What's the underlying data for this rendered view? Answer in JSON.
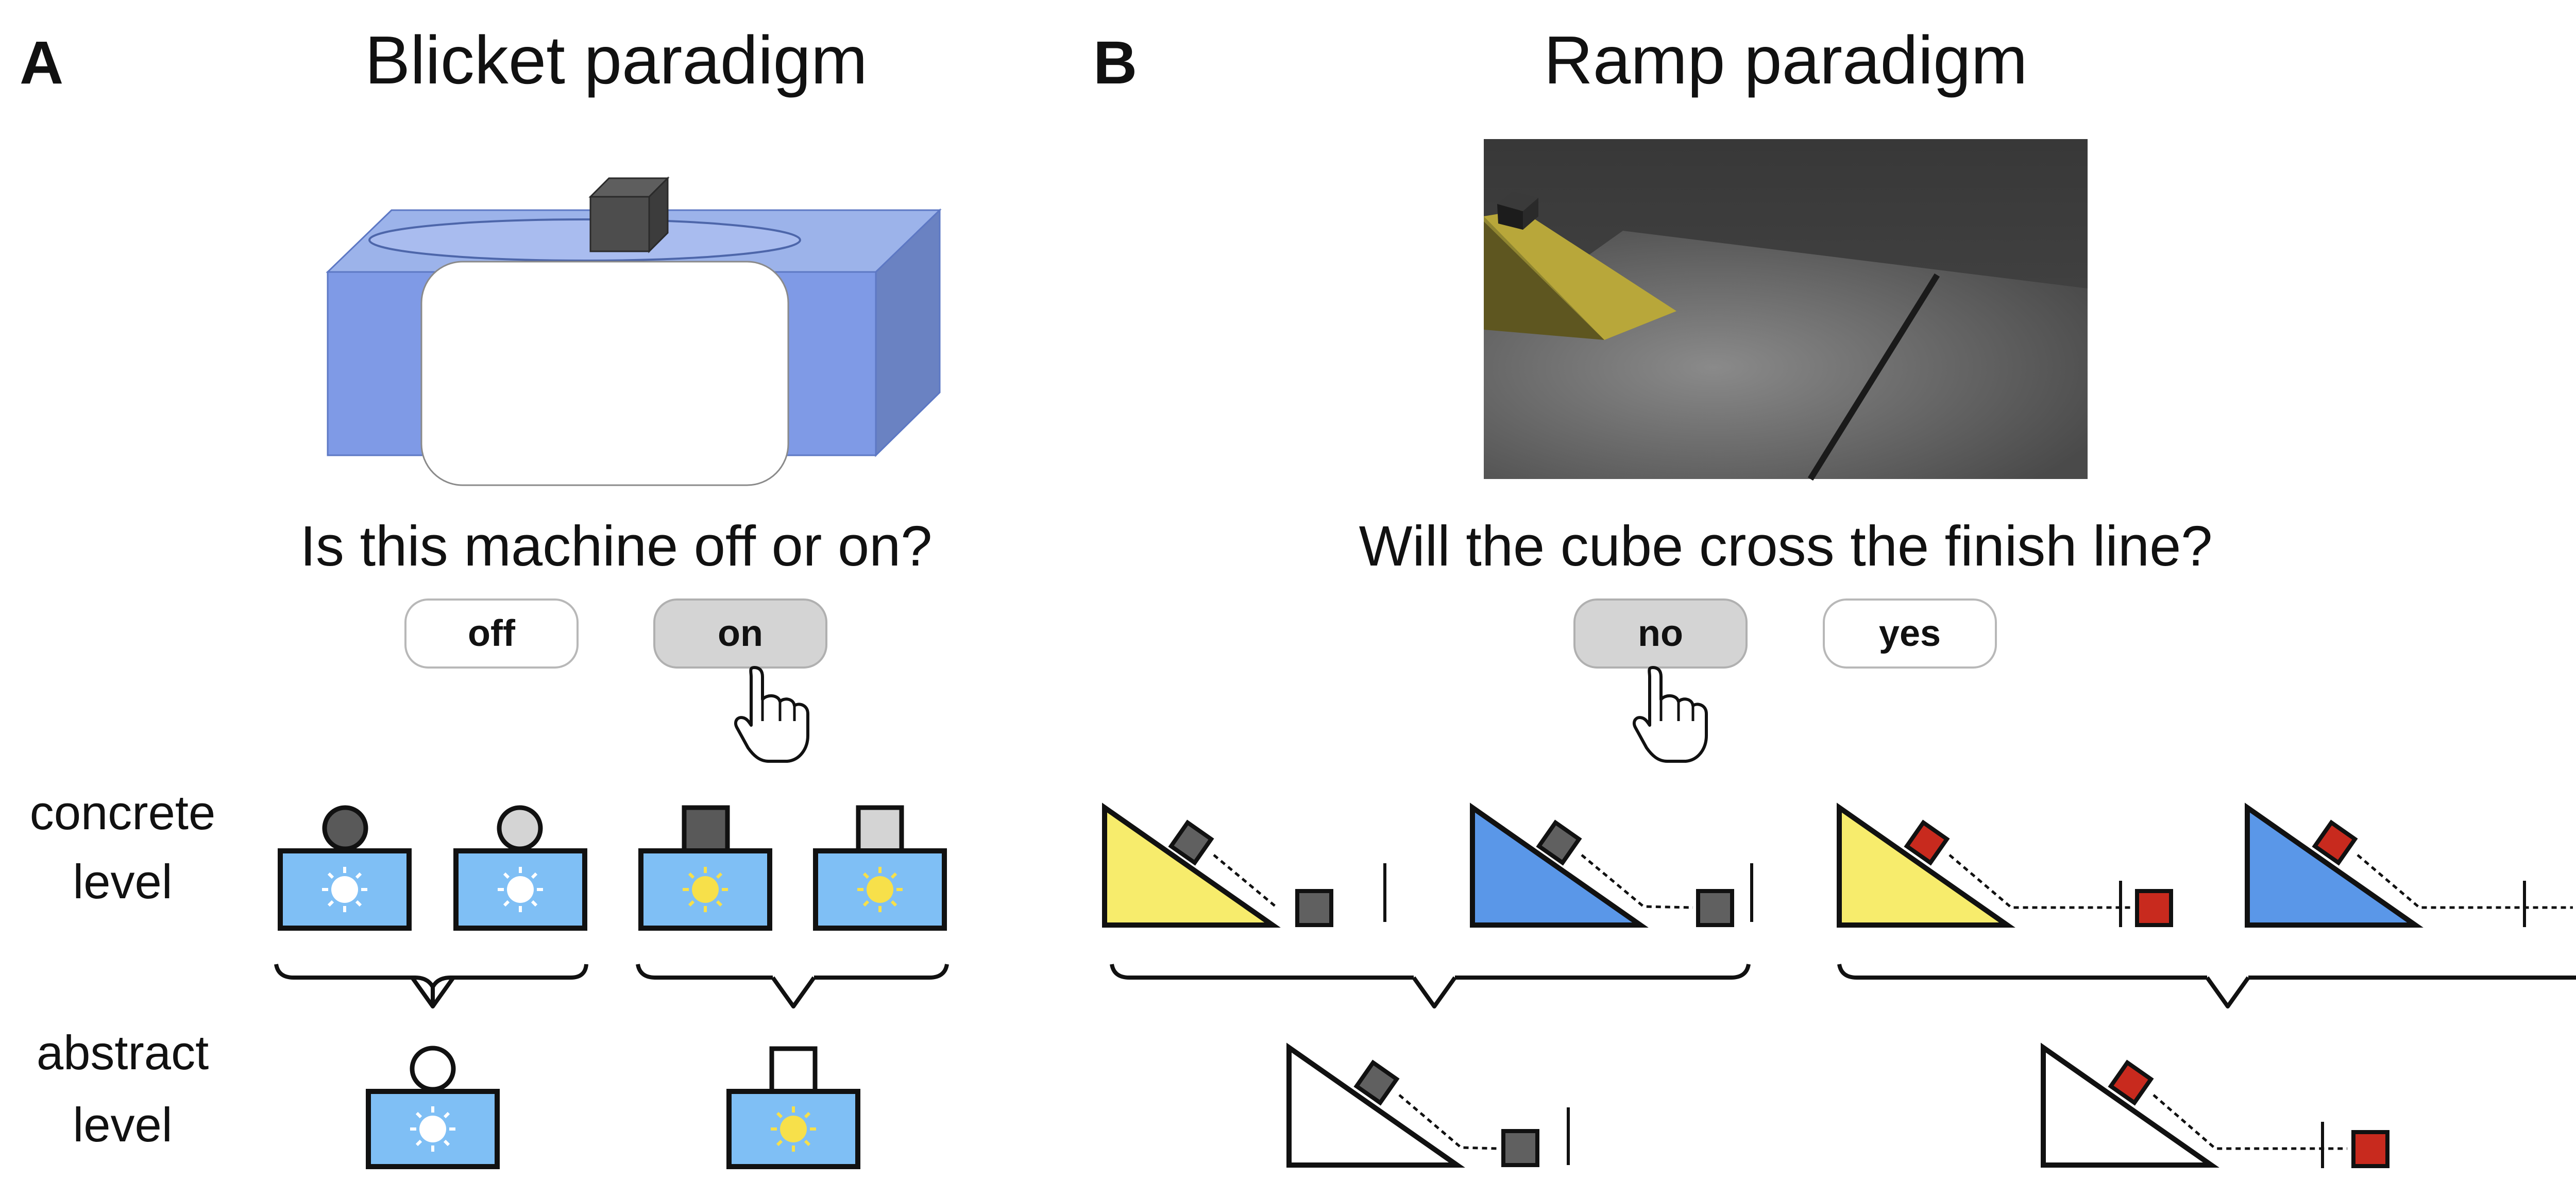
{
  "panel_a": {
    "letter": "A",
    "title": "Blicket paradigm",
    "question": "Is this machine off or on?",
    "buttons": [
      {
        "label": "off",
        "selected": false
      },
      {
        "label": "on",
        "selected": true
      }
    ]
  },
  "panel_b": {
    "letter": "B",
    "title": "Ramp paradigm",
    "question": "Will the cube cross the finish line?",
    "buttons": [
      {
        "label": "no",
        "selected": true
      },
      {
        "label": "yes",
        "selected": false
      }
    ]
  },
  "levels": {
    "concrete_line1": "concrete",
    "concrete_line2": "level",
    "abstract_line1": "abstract",
    "abstract_line2": "level"
  },
  "colors": {
    "machine_blue": "#7fbff5",
    "light_off": "#ffffff",
    "light_on": "#f7e04a",
    "block_dark": "#595959",
    "block_light": "#d4d4d4",
    "ramp_yellow": "#f7ec6c",
    "ramp_blue": "#5a97e8",
    "cube_gray": "#606060",
    "cube_red": "#c82a1e",
    "button_selected": "#d4d4d4",
    "button_border": "#b8b8b8",
    "scene_blue": "#7f9ae6"
  },
  "icons": [
    "pointer-hand-icon",
    "light-on-icon",
    "light-off-icon"
  ]
}
